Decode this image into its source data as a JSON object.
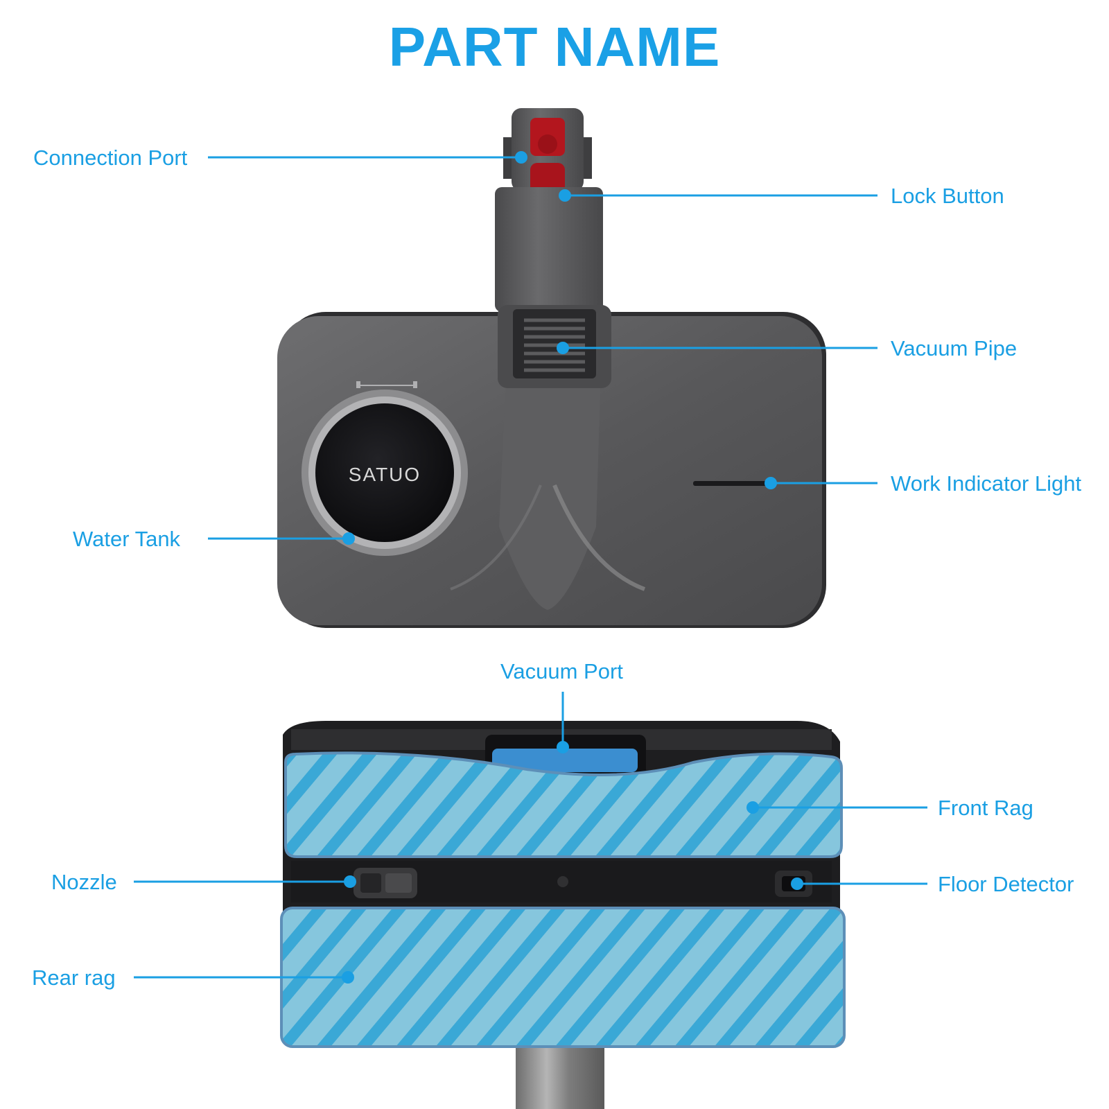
{
  "title": "PART NAME",
  "brand": "SATUO",
  "accent_color": "#1a9fe3",
  "labels": {
    "connection_port": "Connection Port",
    "lock_button": "Lock Button",
    "vacuum_pipe": "Vacuum Pipe",
    "work_indicator_light": "Work Indicator Light",
    "water_tank": "Water Tank",
    "vacuum_port": "Vacuum Port",
    "front_rag": "Front Rag",
    "nozzle": "Nozzle",
    "floor_detector": "Floor Detector",
    "rear_rag": "Rear rag"
  }
}
